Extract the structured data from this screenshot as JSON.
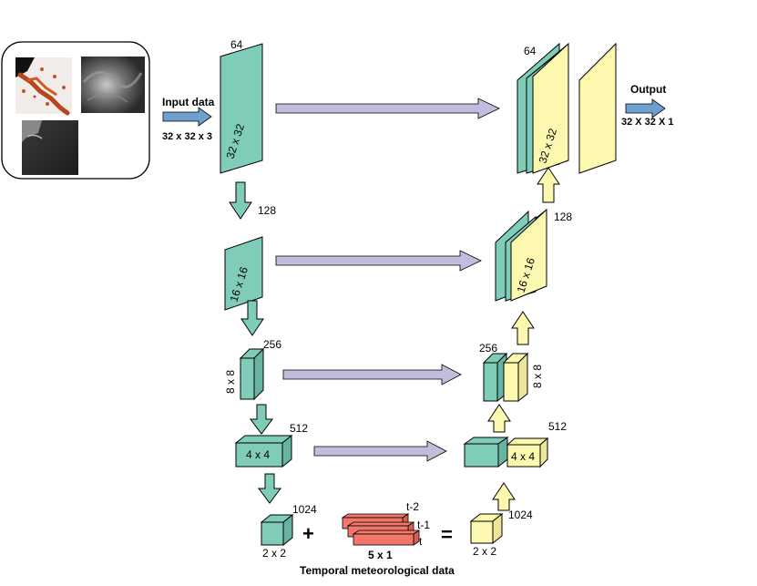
{
  "input": {
    "title": "Input data",
    "size": "32 x 32 x 3"
  },
  "output": {
    "title": "Output",
    "size": "32 X 32 X 1"
  },
  "encoder": [
    {
      "channels": "64",
      "size": "32 x 32"
    },
    {
      "channels": "128",
      "size": "16 x 16"
    },
    {
      "channels": "256",
      "size": "8 x 8"
    },
    {
      "channels": "512",
      "size": "4 x 4"
    },
    {
      "channels": "1024",
      "size": "2 x 2"
    }
  ],
  "decoder": [
    {
      "channels": "64",
      "size": "32 x 32"
    },
    {
      "channels": "128",
      "size": "16 x 16"
    },
    {
      "channels": "256",
      "size": "8 x 8"
    },
    {
      "channels": "512",
      "size": "4 x 4"
    },
    {
      "channels": "1024",
      "size": "2 x 2"
    }
  ],
  "temporal": {
    "caption": "Temporal meteorological data",
    "size": "5 x 1",
    "steps": [
      "t-2",
      "t-1",
      "t"
    ]
  },
  "operators": {
    "plus": "+",
    "equals": "="
  },
  "colors": {
    "encoder": "#7fccb9",
    "decoder": "#fdf8b0",
    "skip": "#c3bcdc",
    "temporal": "#f2776a",
    "io_arrow": "#6f9fcf"
  }
}
